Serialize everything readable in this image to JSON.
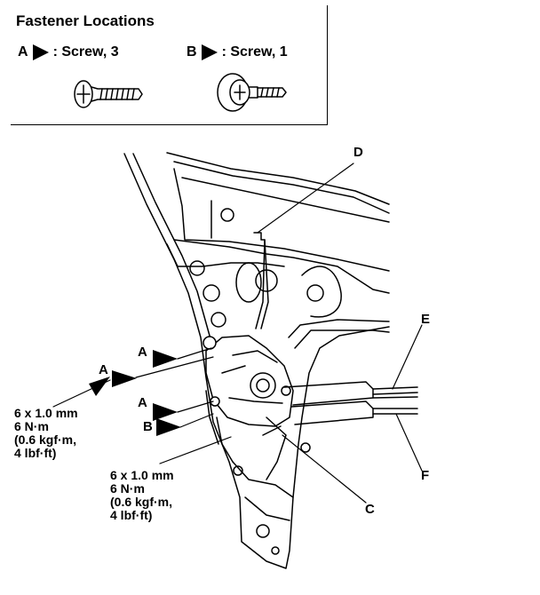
{
  "legend": {
    "title": "Fastener Locations",
    "items": [
      {
        "letter": "A",
        "desc": ": Screw, 3"
      },
      {
        "letter": "B",
        "desc": ": Screw, 1"
      }
    ]
  },
  "callouts": {
    "a_top": "A",
    "a_left": "A",
    "a_mid": "A",
    "b": "B",
    "c": "C",
    "d": "D",
    "e": "E",
    "f": "F"
  },
  "torque_left": [
    "6 x 1.0 mm",
    "6 N·m",
    "(0.6 kgf·m,",
    "4 lbf·ft)"
  ],
  "torque_bottom": [
    "6 x 1.0 mm",
    "6 N·m",
    "(0.6 kgf·m,",
    "4 lbf·ft)"
  ]
}
